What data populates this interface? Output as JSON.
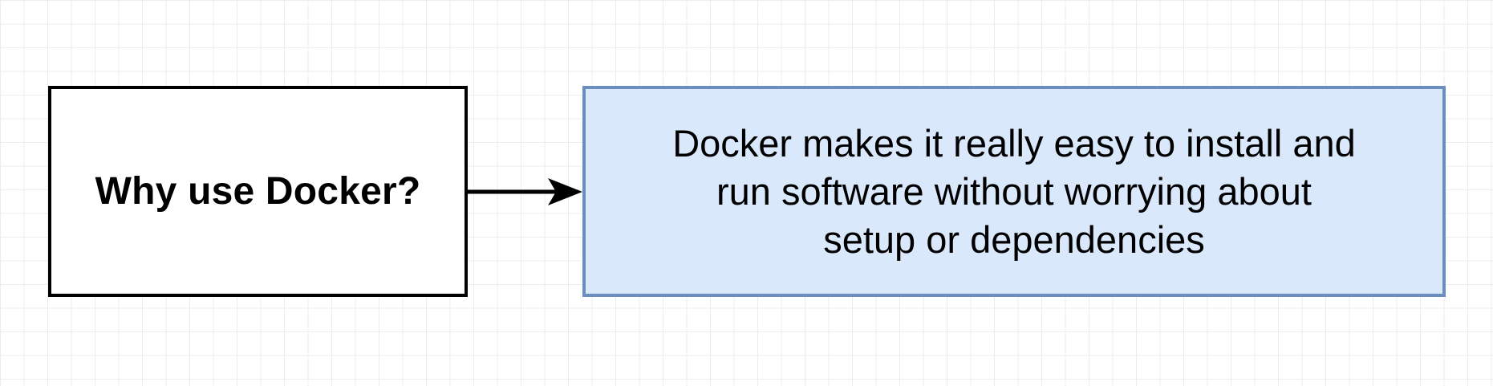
{
  "diagram": {
    "question": {
      "text": "Why use Docker?"
    },
    "answer": {
      "lines": [
        "Docker makes it really easy to install and",
        "run software without worrying about",
        "setup or dependencies"
      ]
    },
    "connector": {
      "from": "question",
      "to": "answer",
      "direction": "right"
    }
  },
  "colors": {
    "question_border": "#000000",
    "question_fill": "#ffffff",
    "answer_border": "#6c8ebf",
    "answer_fill": "#dae8fc",
    "arrow": "#000000",
    "grid": "#ececec"
  }
}
